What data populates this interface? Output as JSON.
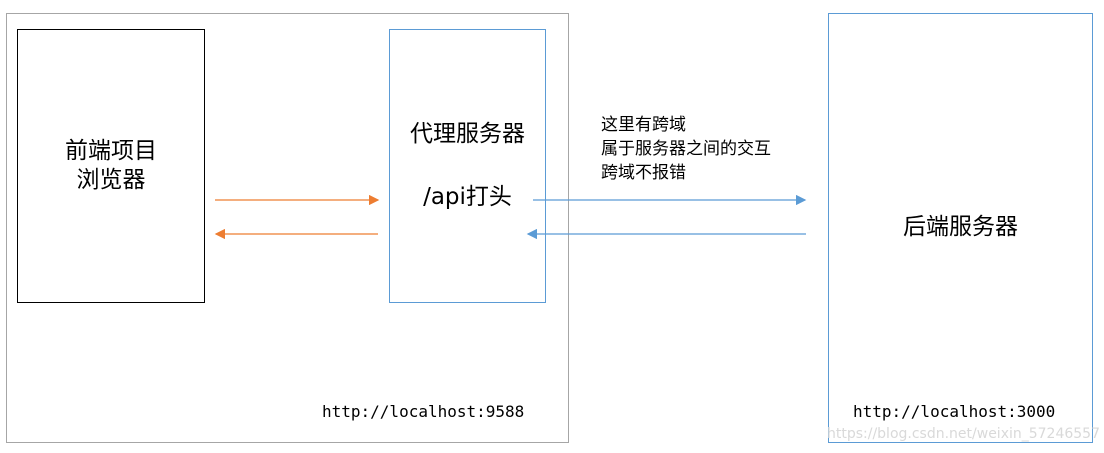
{
  "frontend": {
    "lines": [
      "前端项目",
      "浏览器"
    ]
  },
  "proxy": {
    "title": "代理服务器",
    "prefix": "/api打头",
    "url": "http://localhost:9588"
  },
  "backend": {
    "title": "后端服务器",
    "url": "http://localhost:3000"
  },
  "note": {
    "lines": [
      "这里有跨域",
      "属于服务器之间的交互",
      "跨域不报错"
    ]
  },
  "watermark": "https://blog.csdn.net/weixin_57246557",
  "colors": {
    "frontend_arrows": "#ed7d31",
    "backend_arrows": "#5b9bd5",
    "proxy_border": "#5b9bd5",
    "outer_border": "#a6a6a6"
  }
}
